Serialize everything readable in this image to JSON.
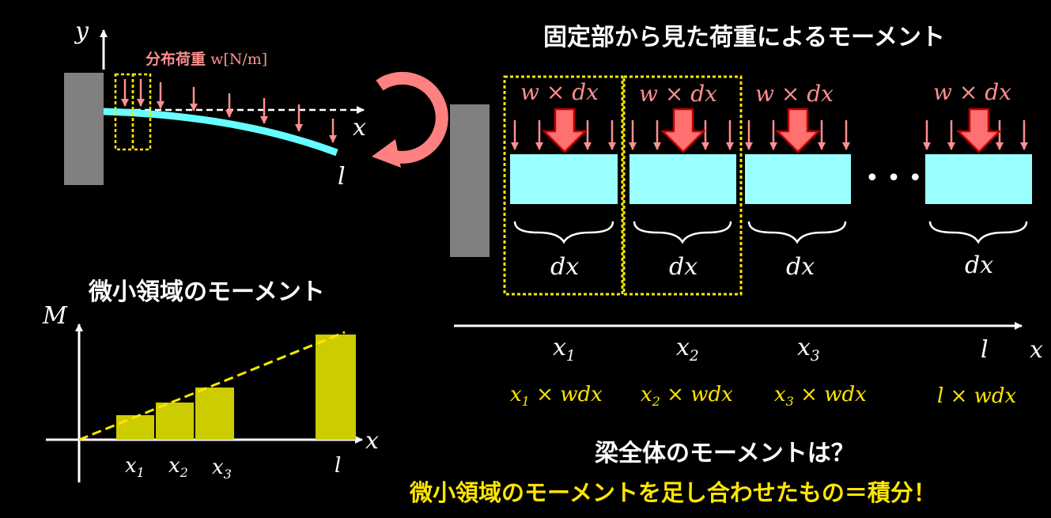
{
  "colors": {
    "background": "#000000",
    "wall": "#808080",
    "beam": "#66ffff",
    "load": "#ff8f8f",
    "load_arrow_fill": "#ff7070",
    "load_arrow_stroke": "#c00000",
    "highlight_dashed": "#ffe600",
    "bar_fill": "#cccc00",
    "text": "#ffffff",
    "accent_text": "#ffe600"
  },
  "beam_diagram": {
    "axis_y": "y",
    "axis_x": "x",
    "length_label": "l",
    "load_label_jp": "分布荷重",
    "load_label_unit": "w[N/m]",
    "rotation_icon": "curved-arrow-clockwise"
  },
  "moment_from_fixed": {
    "title": "固定部から見た荷重によるモーメント",
    "segments": [
      {
        "load": "w × dx",
        "width": "dx",
        "position": "x",
        "position_sub": "1",
        "moment_var": "x",
        "moment_sub": "1",
        "moment_rest": " × wdx"
      },
      {
        "load": "w × dx",
        "width": "dx",
        "position": "x",
        "position_sub": "2",
        "moment_var": "x",
        "moment_sub": "2",
        "moment_rest": " × wdx"
      },
      {
        "load": "w × dx",
        "width": "dx",
        "position": "x",
        "position_sub": "3",
        "moment_var": "x",
        "moment_sub": "3",
        "moment_rest": " × wdx"
      },
      {
        "load": "w × dx",
        "width": "dx",
        "position": "l",
        "position_sub": "",
        "moment_var": "l",
        "moment_sub": "",
        "moment_rest": " × wdx"
      }
    ],
    "ellipsis": "• • •",
    "axis_x": "x"
  },
  "small_region": {
    "title": "微小領域のモーメント",
    "axis_y": "M",
    "axis_x": "x",
    "tick_labels": [
      {
        "var": "x",
        "sub": "1"
      },
      {
        "var": "x",
        "sub": "2"
      },
      {
        "var": "x",
        "sub": "3"
      },
      {
        "var": "l",
        "sub": ""
      }
    ]
  },
  "question": "梁全体のモーメントは？",
  "answer": "微小領域のモーメントを足し合わせたもの＝積分！"
}
